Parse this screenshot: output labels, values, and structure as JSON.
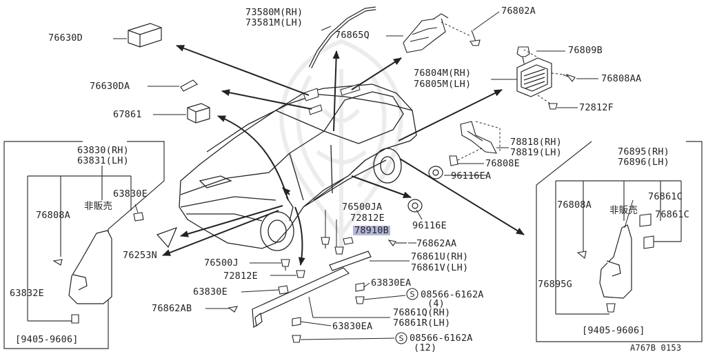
{
  "labels": {
    "p73580": "73580M(RH)",
    "p73581": "73581M(LH)",
    "p76802A": "76802A",
    "p76630D": "76630D",
    "p76865Q": "76865Q",
    "p76809B": "76809B",
    "p76804M": "76804M(RH)",
    "p76805M": "76805M(LH)",
    "p76808AA": "76808AA",
    "p76630DA": "76630DA",
    "p72812F": "72812F",
    "p67861": "67861",
    "p78818": "78818(RH)",
    "p78819": "78819(LH)",
    "p76808E": "76808E",
    "p96116EA": "96116EA",
    "p63830": "63830(RH)",
    "p63831": "63831(LH)",
    "p63830E": "63830E",
    "p76808A_l": "76808A",
    "hanbai_l": "非販売",
    "p63832E": "63832E",
    "p9405_l": "[9405-9606]",
    "p76253N": "76253N",
    "p76500JA": "76500JA",
    "p72812E_t": "72812E",
    "p78910B": "78910B",
    "p96116E": "96116E",
    "p76862AA": "76862AA",
    "p76500J": "76500J",
    "p76861U": "76861U(RH)",
    "p76861V": "76861V(LH)",
    "p72812E_b": "72812E",
    "p63830E_b": "63830E",
    "p63830EA_1": "63830EA",
    "p76862AB": "76862AB",
    "p08566_1": "08566-6162A",
    "qty4": "(4)",
    "p76861Q": "76861Q(RH)",
    "p76861R": "76861R(LH)",
    "p63830EA_2": "63830EA",
    "p08566_2": "08566-6162A",
    "qty12": "(12)",
    "p76895": "76895(RH)",
    "p76896": "76896(LH)",
    "p76808A_r": "76808A",
    "p76861C_1": "76861C",
    "hanbai_r": "非販売",
    "p76861C_2": "76861C",
    "p76895G": "76895G",
    "p9405_r": "[9405-9606]",
    "drawing_no": "A767B 0153"
  },
  "colors": {
    "highlight": "#b5b8d8",
    "ink": "#222222"
  }
}
